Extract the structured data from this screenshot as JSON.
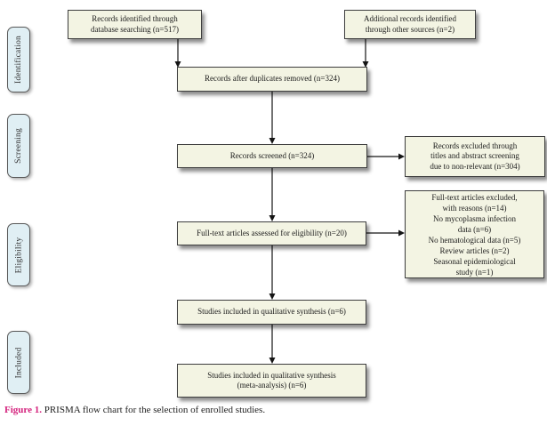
{
  "figure": {
    "caption_label": "Figure 1.",
    "caption_text": "PRISMA flow chart for the selection of enrolled studies."
  },
  "stages": [
    {
      "label": "Identification"
    },
    {
      "label": "Screening"
    },
    {
      "label": "Eligibility"
    },
    {
      "label": "Included"
    }
  ],
  "boxes": {
    "identified": "Records identified through\ndatabase searching (n=517)",
    "additional": "Additional records identified\nthrough other sources (n=2)",
    "deduplicated": "Records after duplicates removed (n=324)",
    "screened": "Records screened (n=324)",
    "excluded_screening": "Records excluded through\ntitles and abstract screening\ndue to non-relevant (n=304)",
    "fulltext_assessed": "Full-text articles assessed for eligibility (n=20)",
    "fulltext_excluded": "Full-text articles excluded,\nwith reasons (n=14)\nNo mycoplasma infection\ndata (n=6)\nNo hematological data (n=5)\nReview articles (n=2)\nSeasonal epidemiological\nstudy (n=1)",
    "qualitative": "Studies included in qualitative synthesis (n=6)",
    "meta_analysis": "Studies included in qualitative synthesis\n(meta-analysis) (n=6)"
  },
  "colors": {
    "box_fill": "#f3f4e3",
    "box_border": "#3e3e3e",
    "stage_fill": "#e0eff4",
    "caption_accent": "#d4227d",
    "arrow": "#151515"
  }
}
